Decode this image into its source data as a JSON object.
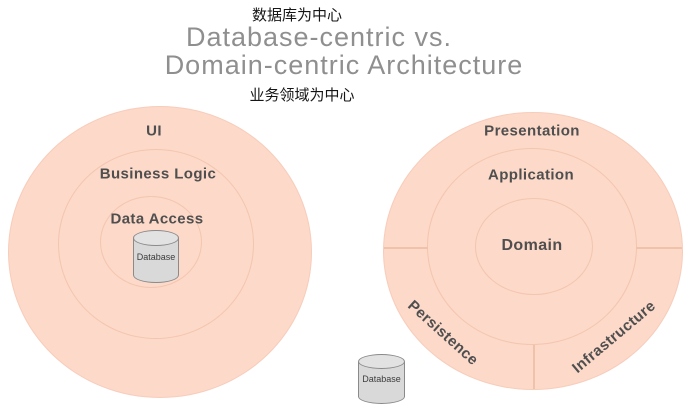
{
  "header": {
    "caption_top": "数据库为中心",
    "title_line1": "Database-centric vs.",
    "title_line2": "Domain-centric Architecture",
    "caption_bottom": "业务领域为中心"
  },
  "colors": {
    "circle_fill": "#fcd9c9",
    "circle_stroke": "#f4c5ae",
    "label_text": "#4f4f4f",
    "title_text": "#8f8f8f",
    "cylinder_fill": "#d9d9d9"
  },
  "diagrams": {
    "database_centric": {
      "rings": [
        "UI",
        "Business Logic",
        "Data Access"
      ],
      "database_label": "Database"
    },
    "domain_centric": {
      "rings": [
        "Presentation",
        "Application",
        "Domain"
      ],
      "outer_sectors": [
        "Persistence",
        "Infrastructure"
      ],
      "database_label": "Database"
    }
  }
}
